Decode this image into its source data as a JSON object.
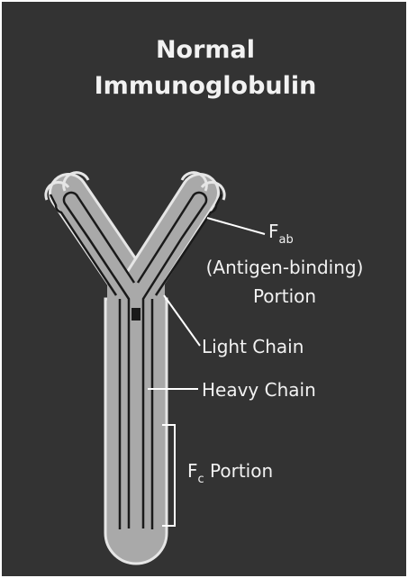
{
  "title": {
    "line1": "Normal",
    "line2": "Immunoglobulin"
  },
  "labels": {
    "fab": {
      "main": "F",
      "sub": "ab",
      "line2": "(Antigen-binding)",
      "line3": "Portion"
    },
    "light_chain": "Light Chain",
    "heavy_chain": "Heavy Chain",
    "fc": {
      "main": "F",
      "sub": "c",
      "rest": " Portion"
    }
  },
  "colors": {
    "background": "#333333",
    "antibody_fill": "#a9a9a9",
    "antibody_outline": "#e6e6e6",
    "chain_lines": "#1a1a1a",
    "text": "#f2f2f2"
  }
}
